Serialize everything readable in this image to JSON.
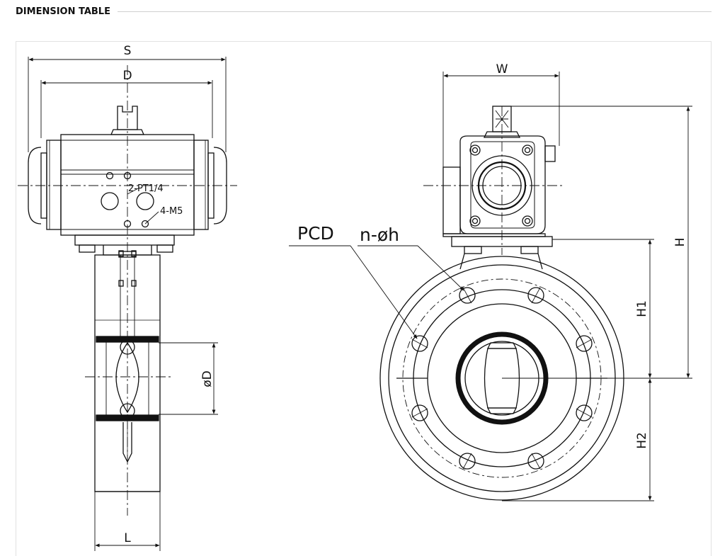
{
  "header": {
    "title": "DIMENSION TABLE"
  },
  "side_view": {
    "dim_s": "S",
    "dim_d": "D",
    "dim_phi_d": "øD",
    "dim_l": "L",
    "port_note": "2-PT1/4",
    "thread_note": "4-M5"
  },
  "front_view": {
    "dim_w": "W",
    "dim_h": "H",
    "dim_h1": "H1",
    "dim_h2": "H2",
    "pcd_label": "PCD",
    "holes_label": "n-øh"
  },
  "colors": {
    "ink": "#111111",
    "frame": "#e2e2e2",
    "rule": "#cfcfcf"
  }
}
